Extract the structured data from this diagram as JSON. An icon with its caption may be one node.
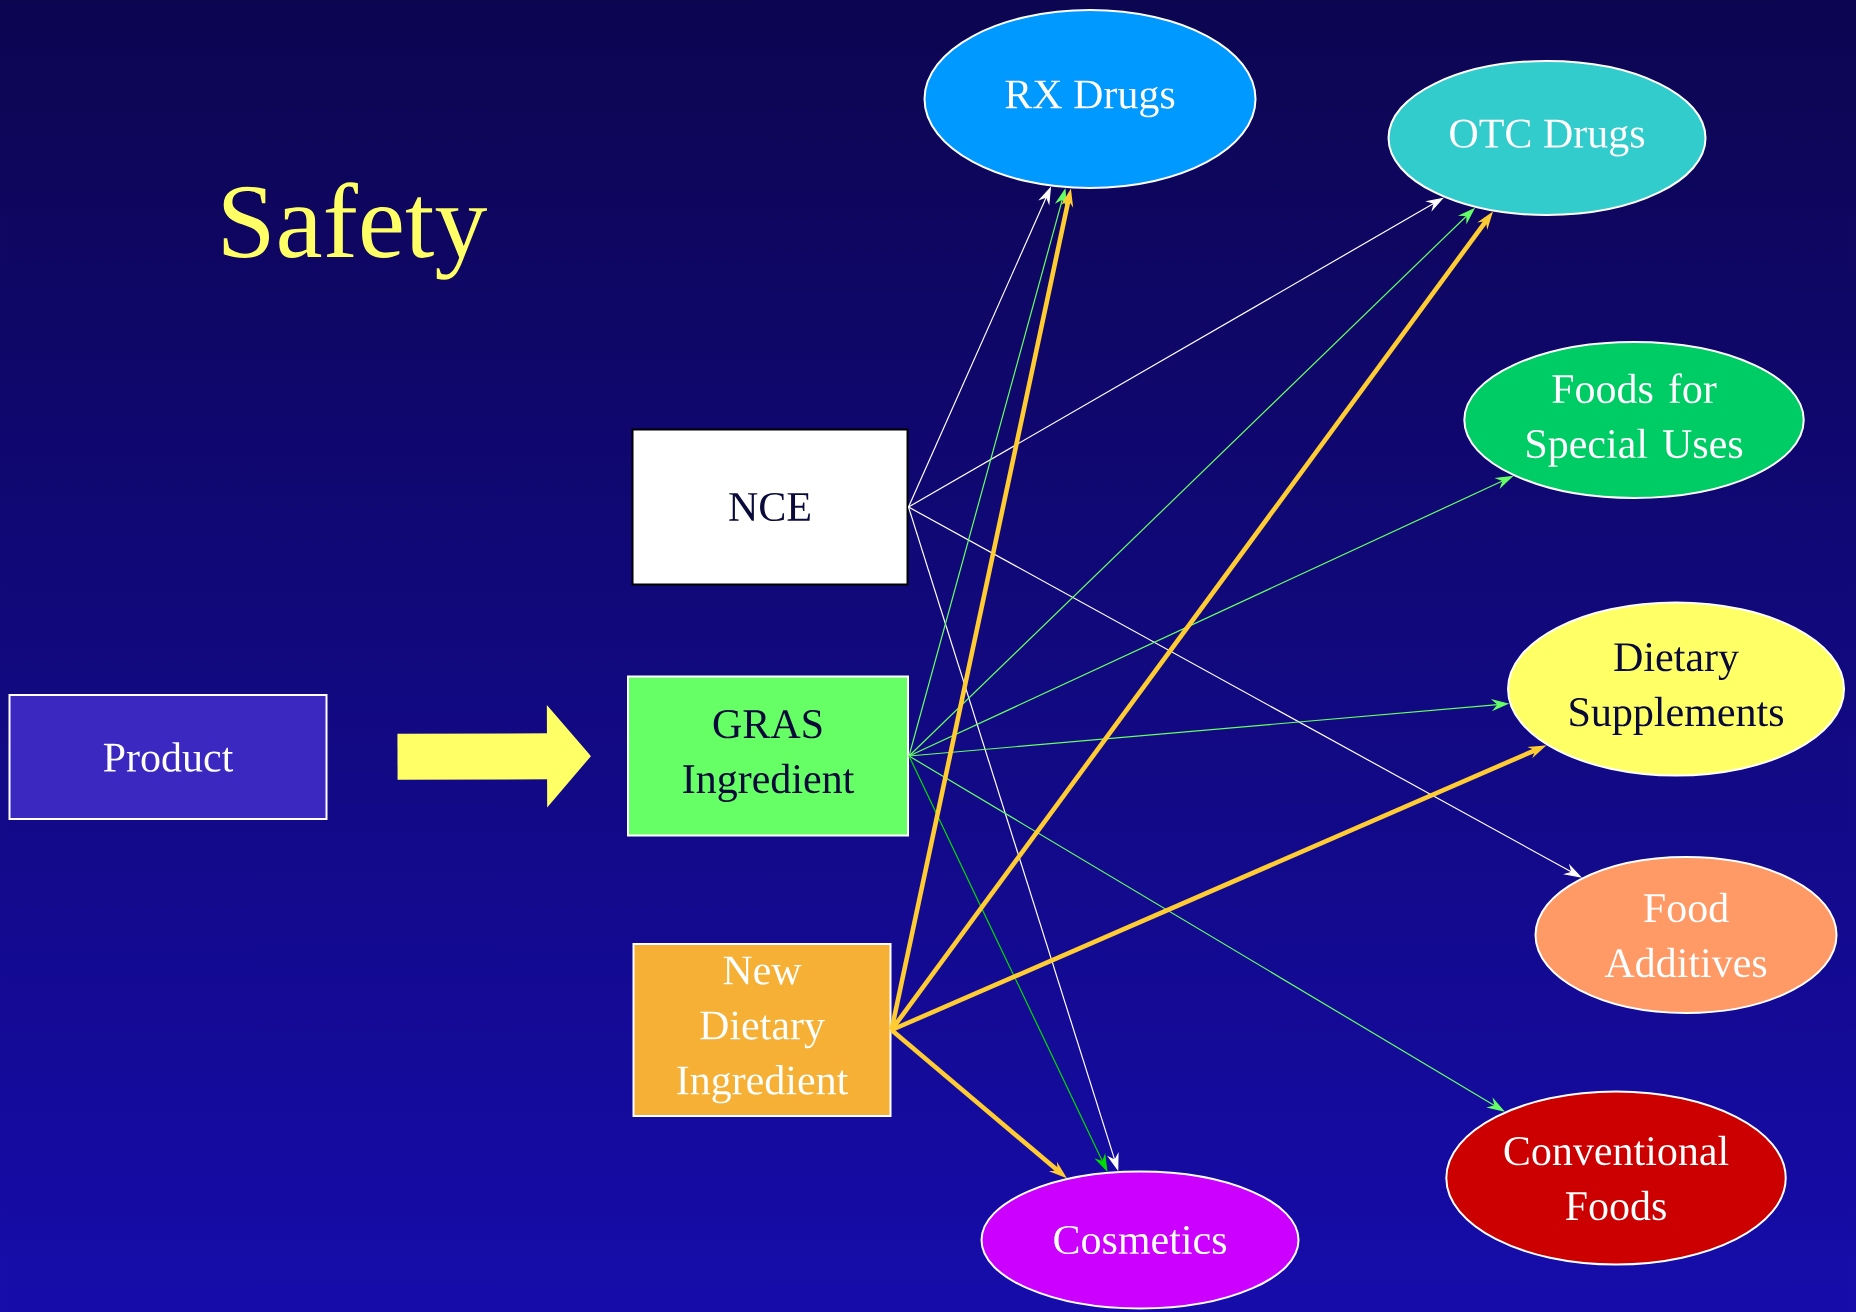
{
  "diagram": {
    "title": "Safety",
    "nodes": [
      {
        "text": [
          "Product"
        ]
      },
      {
        "text": [
          "NCE"
        ]
      },
      {
        "text": [
          "GRAS Ingredient"
        ]
      },
      {
        "text": [
          "New Dietary Ingredient"
        ]
      },
      {
        "text": [
          "RX Drugs"
        ]
      },
      {
        "text": [
          "OTC Drugs"
        ]
      },
      {
        "text": [
          "Foods for Special Uses"
        ]
      },
      {
        "text": [
          "Dietary Supplements"
        ]
      },
      {
        "text": [
          "Food Additives"
        ]
      },
      {
        "text": [
          "Conventional Foods"
        ]
      },
      {
        "text": [
          "Cosmetics"
        ]
      }
    ],
    "edges": [
      {
        "from": 0,
        "to": 2,
        "arrow": "to",
        "style": "thick",
        "color": "#ffff66"
      },
      {
        "from": 1,
        "to": 4,
        "arrow": "to",
        "color": "#ffffff"
      },
      {
        "from": 1,
        "to": 5,
        "arrow": "to",
        "color": "#ffffff"
      },
      {
        "from": 1,
        "to": 8,
        "arrow": "to",
        "color": "#ffffff"
      },
      {
        "from": 1,
        "to": 10,
        "arrow": "to",
        "color": "#ffffff"
      },
      {
        "from": 2,
        "to": 4,
        "arrow": "to",
        "color": "#66ff66"
      },
      {
        "from": 2,
        "to": 5,
        "arrow": "to",
        "color": "#66ff66"
      },
      {
        "from": 2,
        "to": 6,
        "arrow": "to",
        "color": "#66ff66"
      },
      {
        "from": 2,
        "to": 7,
        "arrow": "to",
        "color": "#66ff66"
      },
      {
        "from": 2,
        "to": 9,
        "arrow": "to",
        "color": "#66ff66"
      },
      {
        "from": 2,
        "to": 10,
        "arrow": "to",
        "color": "#00dd00"
      },
      {
        "from": 3,
        "to": 4,
        "arrow": "to",
        "style": "thick",
        "color": "#ffcc33"
      },
      {
        "from": 3,
        "to": 5,
        "arrow": "to",
        "style": "thick",
        "color": "#ffcc33"
      },
      {
        "from": 3,
        "to": 7,
        "arrow": "to",
        "style": "thick",
        "color": "#ffcc33"
      },
      {
        "from": 3,
        "to": 10,
        "arrow": "to",
        "style": "thick",
        "color": "#ffcc33"
      }
    ]
  }
}
